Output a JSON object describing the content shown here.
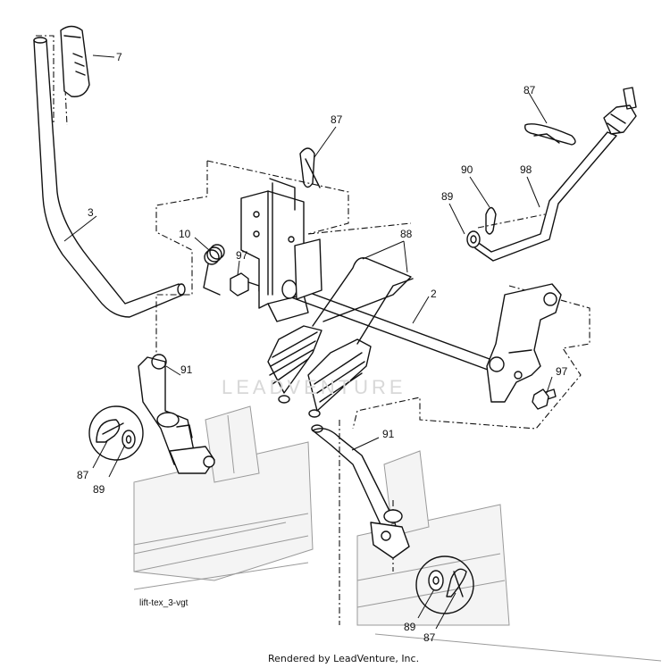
{
  "diagram": {
    "image_code": "lift-tex_3-vgt",
    "watermark": "LEADVENTURE",
    "footer": "Rendered by LeadVenture, Inc."
  },
  "callouts": {
    "c7": "7",
    "c3": "3",
    "c10": "10",
    "c97a": "97",
    "c87a": "87",
    "c88": "88",
    "c2": "2",
    "c87b": "87",
    "c90": "90",
    "c98": "98",
    "c89a": "89",
    "c97b": "97",
    "c91a": "91",
    "c87c": "87",
    "c89b": "89",
    "c91b": "91",
    "c89c": "89",
    "c87d": "87"
  }
}
